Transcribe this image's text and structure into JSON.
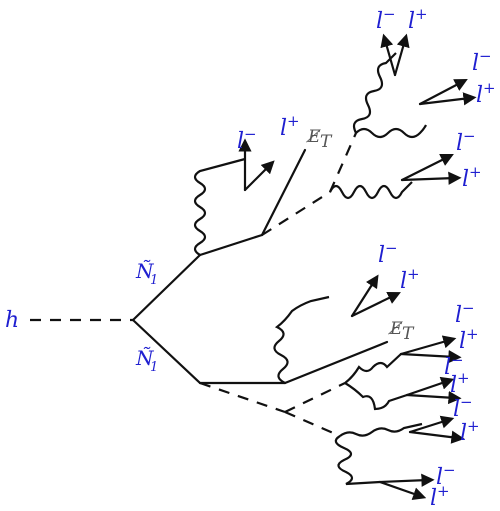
{
  "labels": {
    "higgs": "h",
    "neutralino_top": "Ñ",
    "neutralino_top_sub": "1",
    "neutralino_bottom": "Ñ",
    "neutralino_bottom_sub": "1",
    "lepton_base": "l",
    "minus": "−",
    "plus": "+",
    "met_top": "E̸",
    "met_top_sub": "T",
    "met_bottom": "E̸",
    "met_bottom_sub": "T"
  },
  "colors": {
    "label": "#1f1fd0",
    "met": "#555555",
    "line": "#111111"
  }
}
